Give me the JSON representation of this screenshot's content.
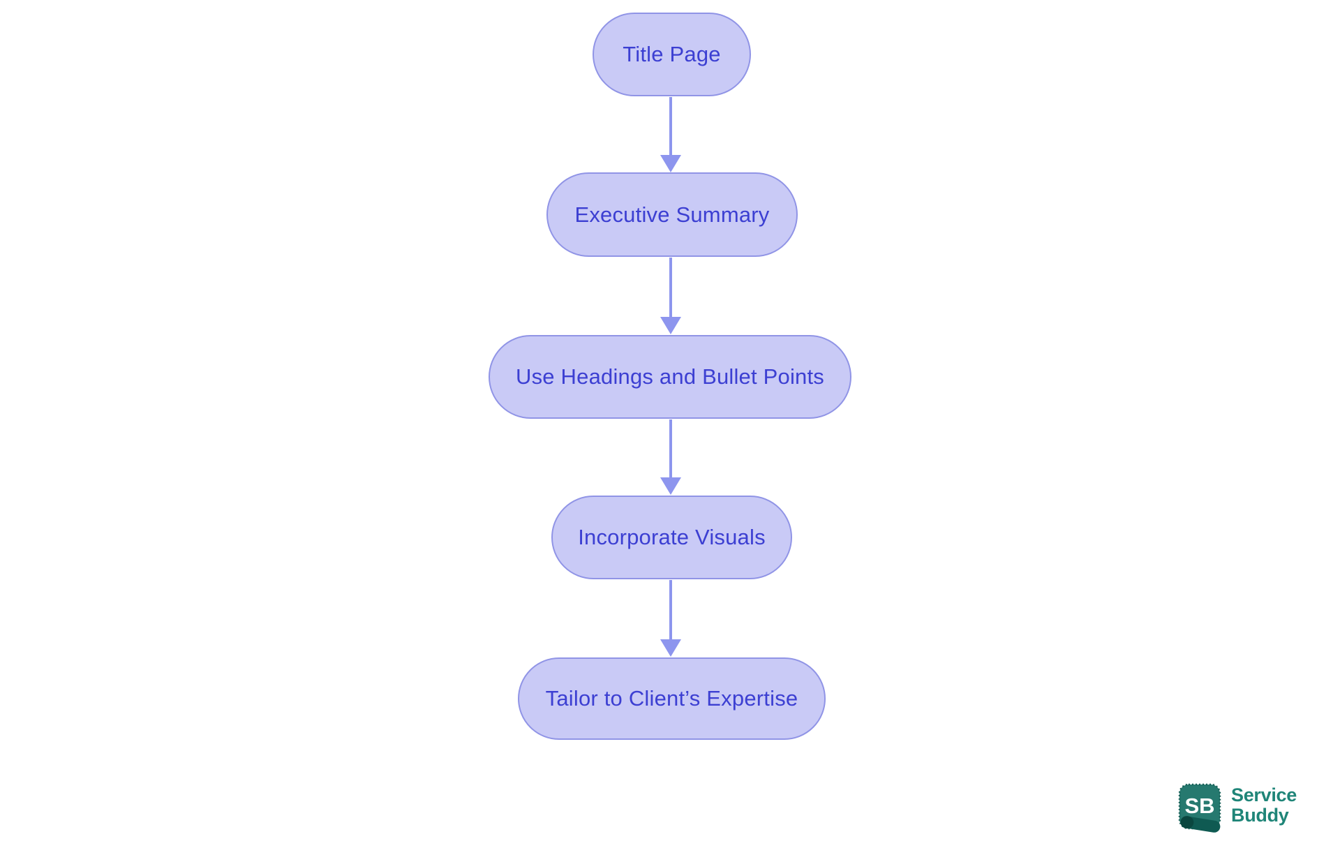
{
  "flowchart": {
    "node_fill": "#c9caf6",
    "node_border": "#9094e6",
    "node_text_color": "#3c3fd2",
    "arrow_color": "#8d95ee",
    "nodes": [
      {
        "label": "Title Page"
      },
      {
        "label": "Executive Summary"
      },
      {
        "label": "Use Headings and Bullet Points"
      },
      {
        "label": "Incorporate Visuals"
      },
      {
        "label": "Tailor to Client’s Expertise"
      }
    ],
    "connections": [
      {
        "from": "Title Page",
        "to": "Executive Summary"
      },
      {
        "from": "Executive Summary",
        "to": "Use Headings and Bullet Points"
      },
      {
        "from": "Use Headings and Bullet Points",
        "to": "Incorporate Visuals"
      },
      {
        "from": "Incorporate Visuals",
        "to": "Tailor to Client’s Expertise"
      }
    ]
  },
  "logo": {
    "icon_text": "SB",
    "name_line1": "Service",
    "name_line2": "Buddy",
    "brand_color": "#1f8578",
    "icon_fill": "#26796f",
    "icon_roller_color": "#0f5a52"
  }
}
